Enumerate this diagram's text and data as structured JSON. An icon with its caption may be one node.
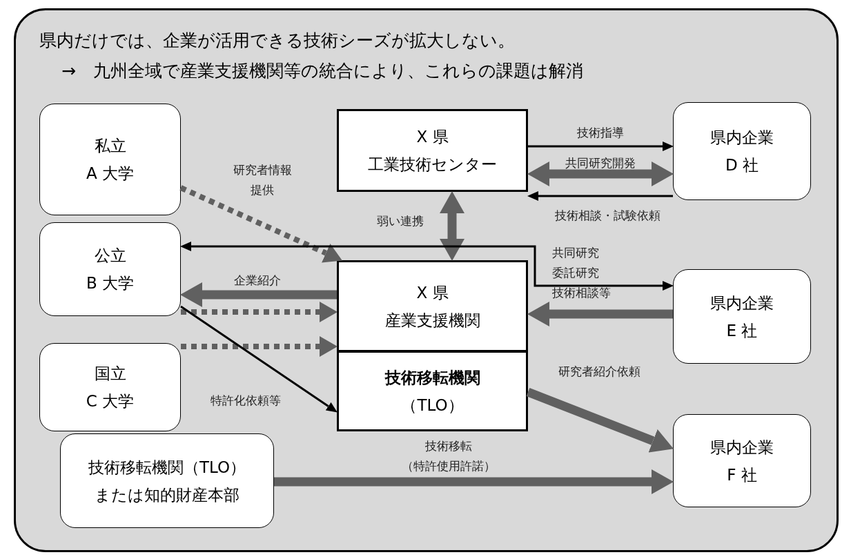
{
  "diagram": {
    "nodes": [
      {
        "text": [
          "県内だけでは、企業が活用できる技術シーズが拡大しない。",
          "→　九州全域で産業支援機関等の統合により、これらの課題は解消"
        ]
      },
      {
        "text": [
          "私立",
          "A 大学"
        ],
        "in": 0
      },
      {
        "text": [
          "X 県",
          "工業技術センター"
        ],
        "in": 0
      },
      {
        "text": [
          "県内企業",
          "D 社"
        ],
        "in": 0
      },
      {
        "text": [
          "公立",
          "B 大学"
        ],
        "in": 0
      },
      {
        "text": [
          "X 県",
          "産業支援機関"
        ],
        "in": 0
      },
      {
        "text": [
          "県内企業",
          "E 社"
        ],
        "in": 0
      },
      {
        "text": [
          "国立",
          "C 大学"
        ],
        "in": 0
      },
      {
        "text": [
          "技術移転機関",
          "（TLO）"
        ],
        "in": 0
      },
      {
        "text": [
          "技術移転機関（TLO）",
          "または知的財産本部"
        ],
        "in": 0
      },
      {
        "text": [
          "県内企業",
          "F 社"
        ],
        "in": 0
      }
    ],
    "edges": [
      {
        "from": 2,
        "to": 3,
        "arrow": "to",
        "label": "技術指導",
        "color": "#000000"
      },
      {
        "from": 2,
        "to": 3,
        "arrow": "both",
        "label": "共同研究開発"
      },
      {
        "from": 3,
        "to": 2,
        "arrow": "to",
        "label": "技術相談・試験依頼",
        "color": "#000000"
      },
      {
        "from": 1,
        "to": 5,
        "arrow": "to",
        "label": "研究者情報提供",
        "style": "dashed"
      },
      {
        "from": 2,
        "to": 5,
        "arrow": "both",
        "label": "弱い連携"
      },
      {
        "from": 4,
        "to": 6,
        "arrow": "both",
        "label": "共同研究委託研究技術相談等",
        "color": "#000000"
      },
      {
        "from": 5,
        "to": 4,
        "arrow": "to",
        "label": "企業紹介"
      },
      {
        "from": 4,
        "to": 5,
        "arrow": "to",
        "style": "dashed"
      },
      {
        "from": 7,
        "to": 5,
        "arrow": "to",
        "style": "dashed"
      },
      {
        "from": 4,
        "to": 8,
        "arrow": "to",
        "label": "特許化依頼等",
        "color": "#000000"
      },
      {
        "from": 6,
        "to": 5,
        "arrow": "to",
        "label": "研究者紹介依頼"
      },
      {
        "from": 8,
        "to": 10,
        "arrow": "to"
      },
      {
        "from": 9,
        "to": 10,
        "arrow": "to",
        "label": "技術移転（特許使用許諾）"
      }
    ]
  }
}
